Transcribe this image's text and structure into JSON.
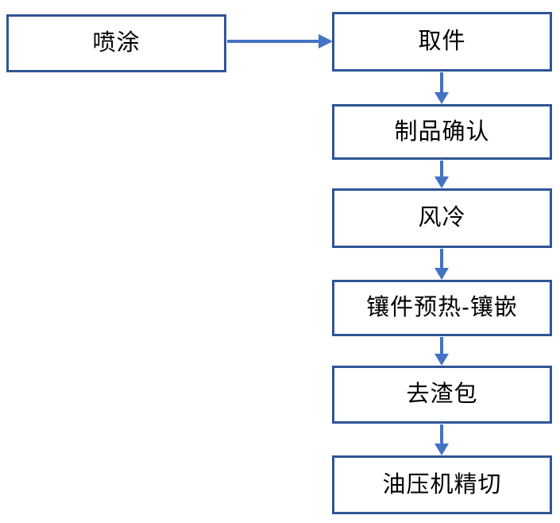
{
  "diagram": {
    "type": "flowchart",
    "description": "Process flow diagram with Chinese process-step labels",
    "nodes": [
      {
        "id": "spray",
        "label": "喷涂"
      },
      {
        "id": "take-part",
        "label": "取件"
      },
      {
        "id": "product-confirm",
        "label": "制品确认"
      },
      {
        "id": "air-cooling",
        "label": "风冷"
      },
      {
        "id": "insert-preheat",
        "label": "镶件预热-镶嵌"
      },
      {
        "id": "remove-slag",
        "label": "去渣包"
      },
      {
        "id": "hydraulic-trim",
        "label": "油压机精切"
      }
    ],
    "connectors": [
      {
        "from": "spray",
        "to": "take-part",
        "direction": "right"
      },
      {
        "from": "take-part",
        "to": "product-confirm",
        "direction": "down"
      },
      {
        "from": "product-confirm",
        "to": "air-cooling",
        "direction": "down"
      },
      {
        "from": "air-cooling",
        "to": "insert-preheat",
        "direction": "down"
      },
      {
        "from": "insert-preheat",
        "to": "remove-slag",
        "direction": "down"
      },
      {
        "from": "remove-slag",
        "to": "hydraulic-trim",
        "direction": "down"
      }
    ],
    "colors": {
      "box_border": "#2F5597",
      "box_fill": "#FFFFFF",
      "arrow": "#4472C4",
      "text": "#000000",
      "background": "#FFFFFF"
    }
  }
}
